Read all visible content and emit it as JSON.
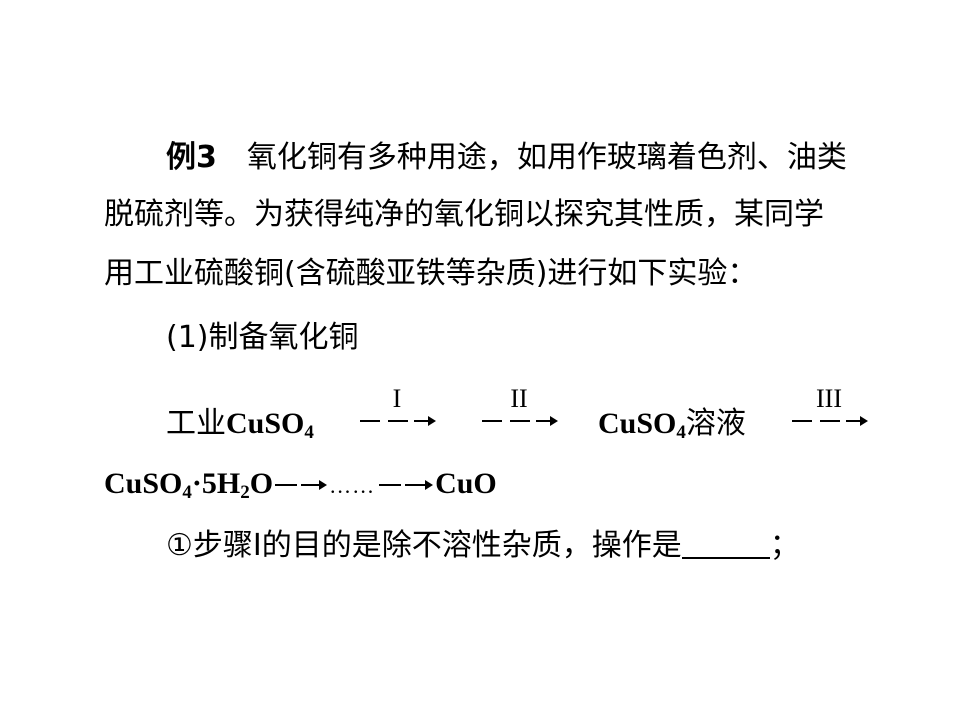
{
  "paragraph": {
    "label": "例3",
    "line1": "氧化铜有多种用途，如用作玻璃着色剂、油类",
    "line2": "脱硫剂等。为获得纯净的氧化铜以探究其性质，某同学",
    "line3": "用工业硫酸铜(含硫酸亚铁等杂质)进行如下实验："
  },
  "part1": {
    "heading": "(1)制备氧化铜"
  },
  "flow": {
    "start_cn": "工业",
    "start_formula": "CuSO",
    "start_sub": "4",
    "step1": "I",
    "step2": "II",
    "mid_formula": "CuSO",
    "mid_sub": "4",
    "mid_cn": "溶液",
    "step3": "III",
    "product_formula_a": "CuSO",
    "product_sub_a": "4",
    "product_formula_b": "·5H",
    "product_sub_b": "2",
    "product_formula_c": "O",
    "dots": "……",
    "end": "CuO"
  },
  "question": {
    "text": "①步骤Ⅰ的目的是除不溶性杂质，操作是",
    "end_punct": "；"
  }
}
